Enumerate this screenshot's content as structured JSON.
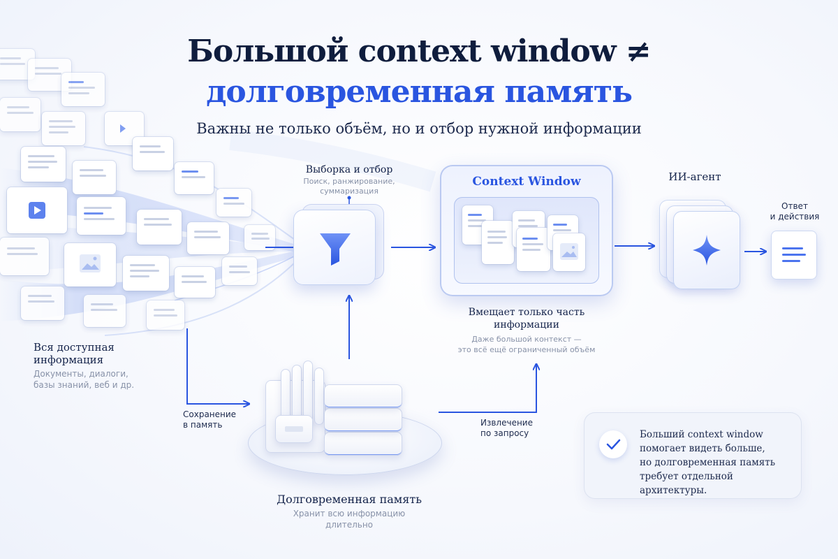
{
  "title": {
    "line1": "Большой context window ≠",
    "line2": "долговременная память",
    "subtitle": "Важны не только объём, но и отбор нужной информации"
  },
  "nodes": {
    "all_info": {
      "title_line1": "Вся доступная",
      "title_line2": "информация",
      "desc_line1": "Документы, диалоги,",
      "desc_line2": "базы знаний, веб и др."
    },
    "selection": {
      "title": "Выборка и отбор",
      "desc_line1": "Поиск, ранжирование,",
      "desc_line2": "суммаризация"
    },
    "context_window": {
      "title": "Context Window",
      "caption_line1": "Вмещает только часть",
      "caption_line2": "информации",
      "desc_line1": "Даже большой контекст —",
      "desc_line2": "это всё ещё ограниченный объём"
    },
    "agent": {
      "title": "ИИ-агент"
    },
    "answer": {
      "title_line1": "Ответ",
      "title_line2": "и действия"
    },
    "memory": {
      "title": "Долговременная память",
      "desc_line1": "Хранит всю информацию",
      "desc_line2": "длительно"
    }
  },
  "edges": {
    "save": {
      "line1": "Сохранение",
      "line2": "в память"
    },
    "retrieve": {
      "line1": "Извлечение",
      "line2": "по запросу"
    }
  },
  "info_box": {
    "line1": "Больший context window",
    "line2": "помогает видеть больше,",
    "line3": "но долговременная память",
    "line4": "требует отдельной архитектуры."
  },
  "icons": {
    "funnel": "funnel-icon",
    "agent": "sparkle-icon",
    "check": "check-icon",
    "play": "play-icon",
    "image": "image-icon"
  },
  "colors": {
    "accent": "#2a55e0",
    "title": "#0f1d3d",
    "muted": "#8892a8"
  }
}
